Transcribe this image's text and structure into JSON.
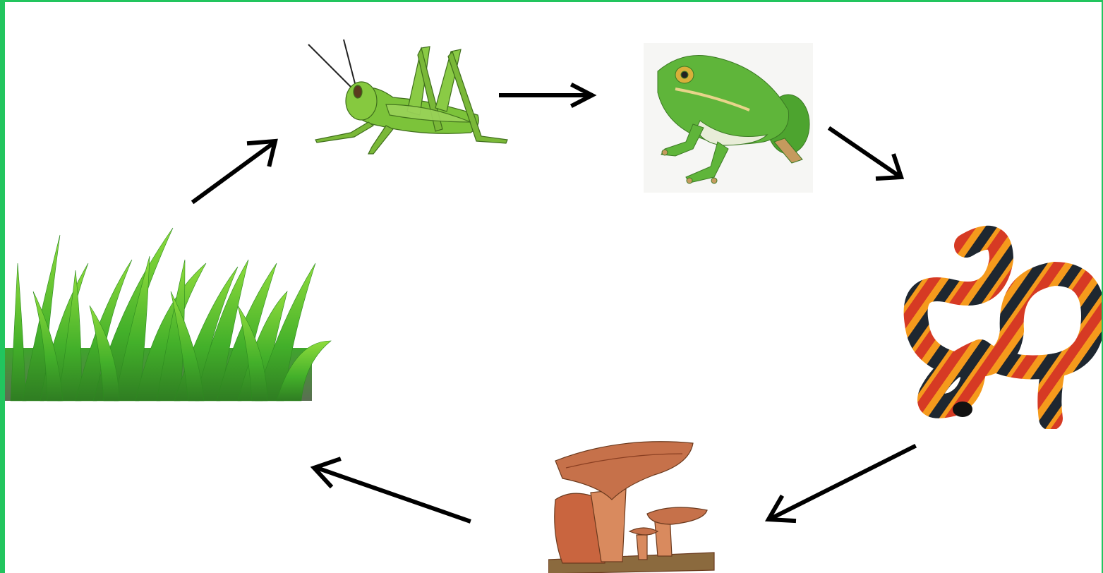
{
  "diagram": {
    "type": "food-cycle",
    "colors": {
      "border": "#22c55e",
      "arrow": "#000000",
      "background": "#ffffff"
    },
    "nodes": [
      {
        "id": "grass",
        "icon": "grass-icon"
      },
      {
        "id": "grasshopper",
        "icon": "grasshopper-icon"
      },
      {
        "id": "frog",
        "icon": "frog-icon"
      },
      {
        "id": "snake",
        "icon": "coral-snake-icon"
      },
      {
        "id": "mushroom",
        "icon": "mushroom-icon"
      }
    ],
    "edges": [
      {
        "from": "grass",
        "to": "grasshopper"
      },
      {
        "from": "grasshopper",
        "to": "frog"
      },
      {
        "from": "frog",
        "to": "snake"
      },
      {
        "from": "snake",
        "to": "mushroom"
      },
      {
        "from": "mushroom",
        "to": "grass"
      }
    ]
  }
}
